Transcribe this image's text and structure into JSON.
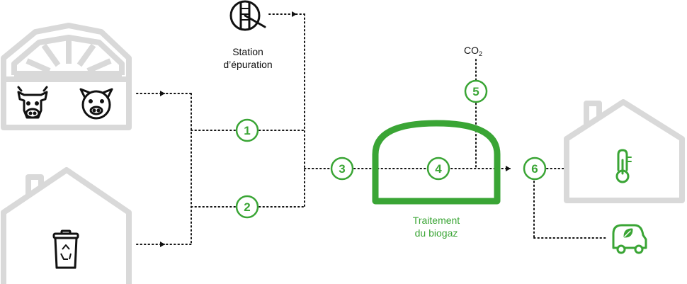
{
  "labels": {
    "station_line1": "Station",
    "station_line2": "d’épuration",
    "co2_main": "CO",
    "co2_sub": "2",
    "treatment_line1": "Traitement",
    "treatment_line2": "du biogaz"
  },
  "steps": [
    "1",
    "2",
    "3",
    "4",
    "5",
    "6"
  ],
  "colors": {
    "accent_green": "#3aa535",
    "house_gray": "#d9d9d9",
    "dotted_line": "#111111"
  },
  "icons": [
    "water-treatment-icon",
    "cow-icon",
    "pig-icon",
    "recycle-bin-icon",
    "thermometer-icon",
    "electric-car-icon"
  ]
}
